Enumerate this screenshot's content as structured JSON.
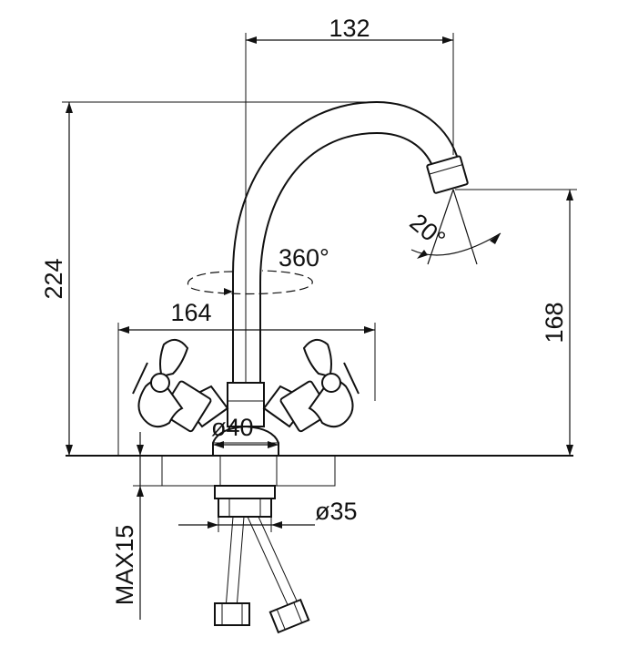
{
  "dimensions": {
    "spout_reach": "132",
    "total_height": "224",
    "spout_height": "168",
    "handle_span": "164",
    "base_diameter": "ø40",
    "mount_diameter": "ø35",
    "max_thickness": "MAX15",
    "spout_rotation": "360°",
    "aerator_swivel": "20°"
  },
  "colors": {
    "line": "#111111",
    "background": "#ffffff"
  }
}
